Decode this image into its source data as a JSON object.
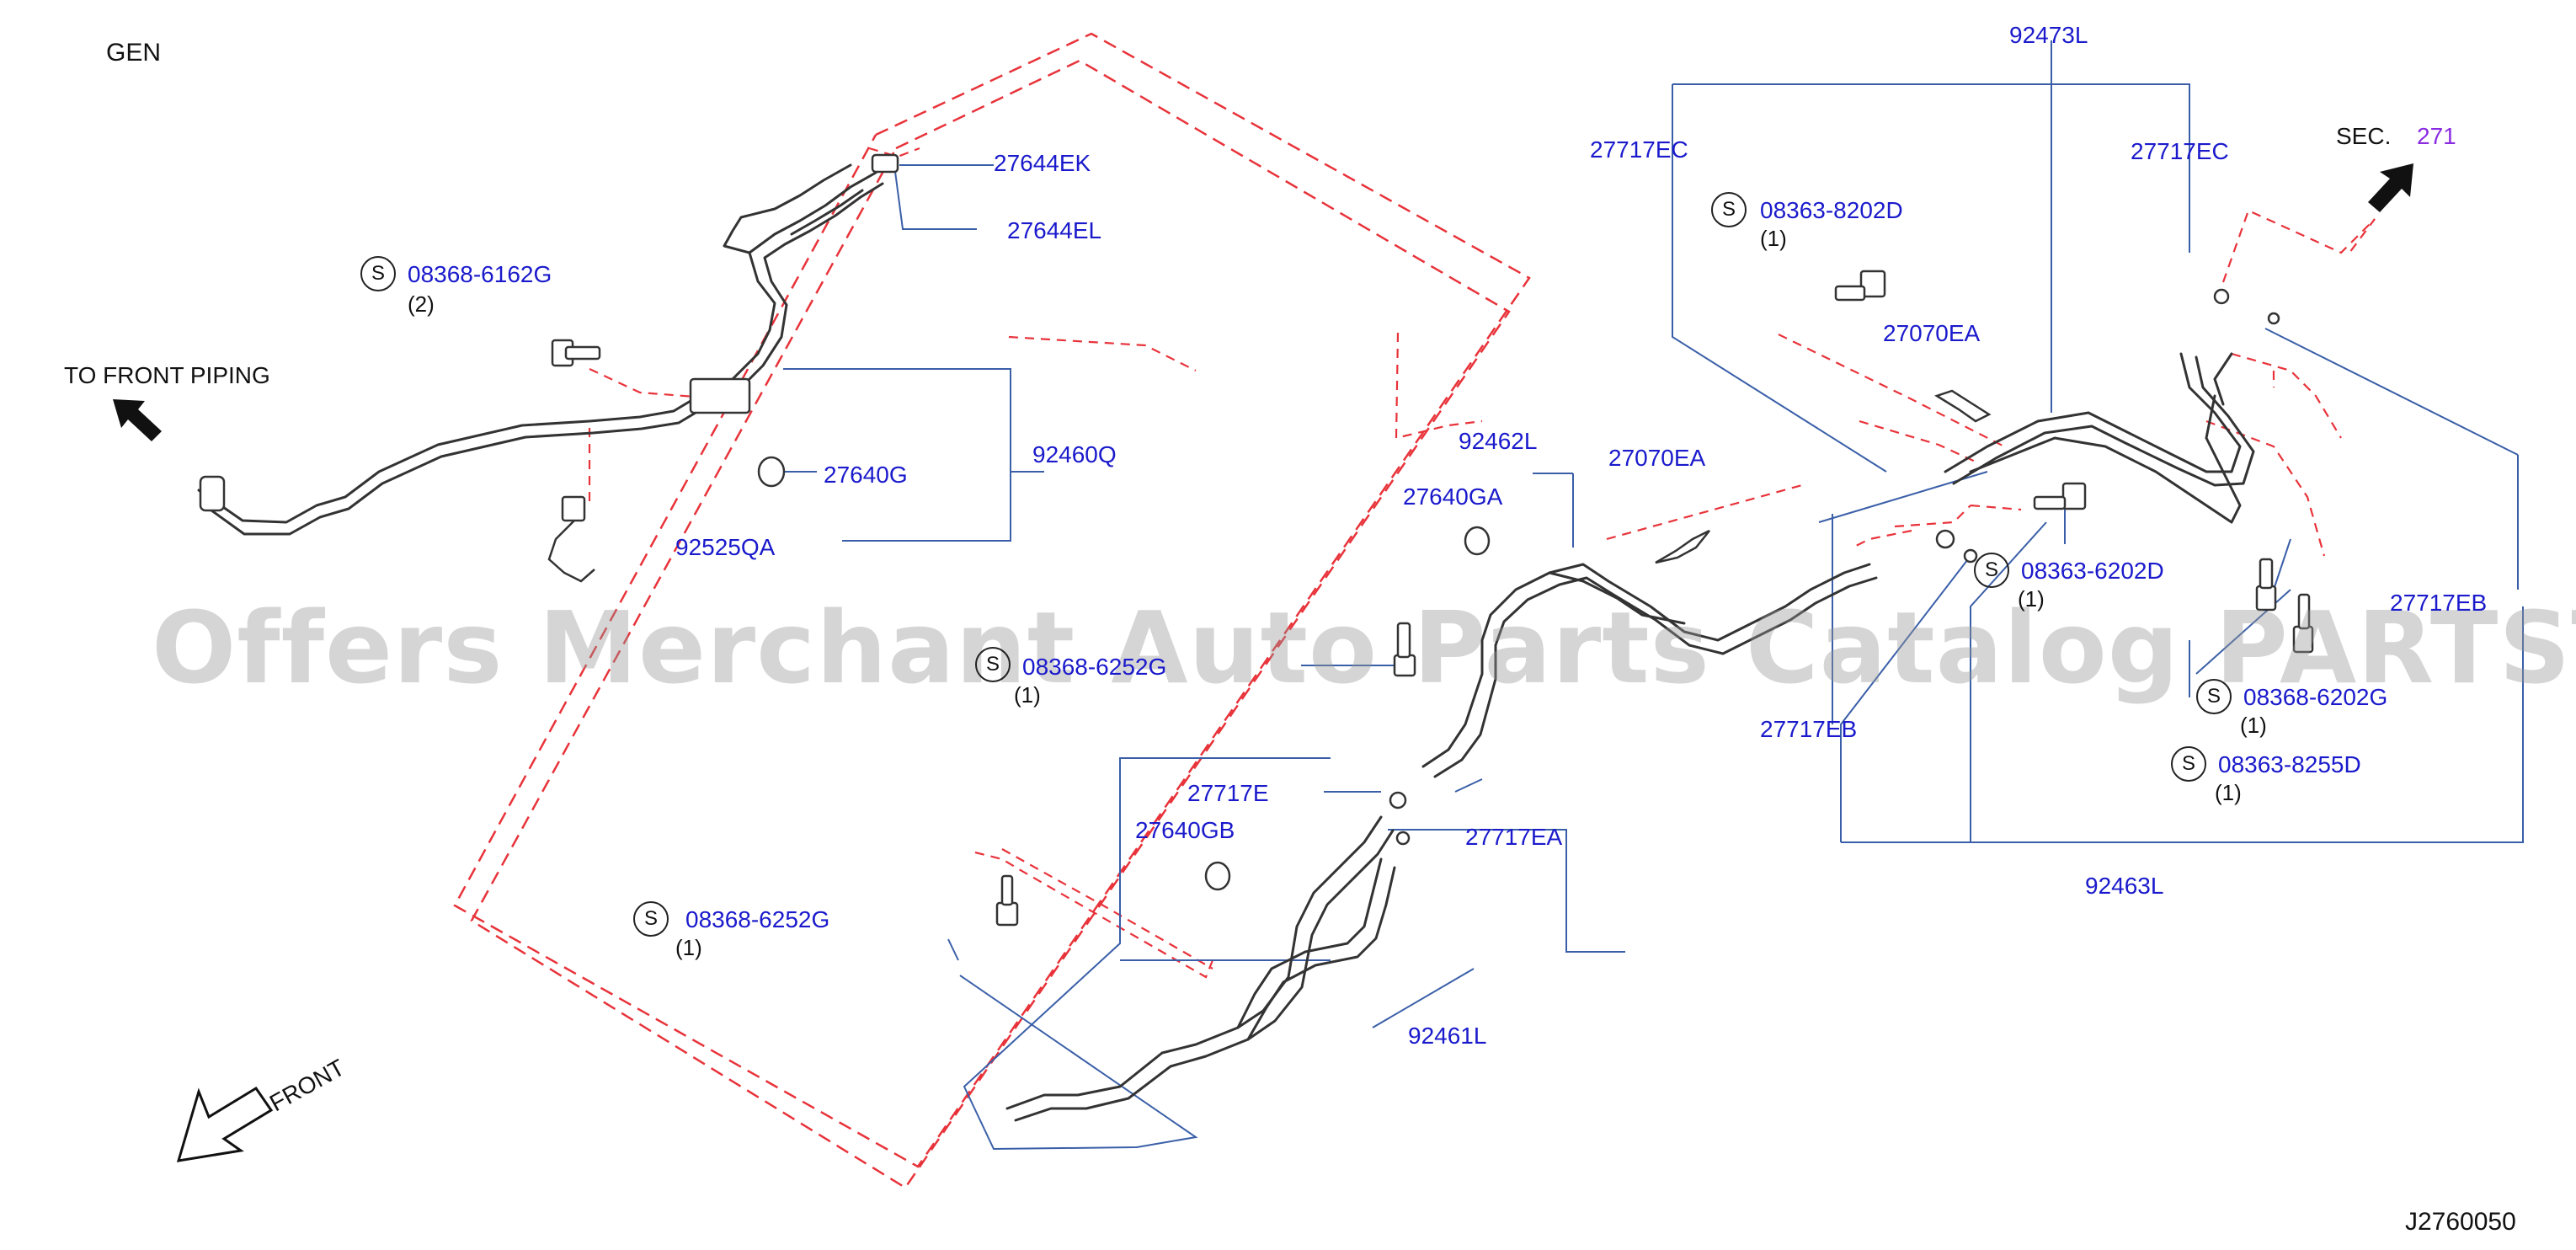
{
  "watermark": "Offers Merchant Auto Parts Catalog PARTSTORE.SA",
  "header": {
    "variant": "GEN"
  },
  "footer": {
    "diagram_code": "J2760050"
  },
  "captions": {
    "to_front_piping": "TO   FRONT   PIPING",
    "front": "FRONT",
    "sec": "SEC.",
    "sec_num": "271"
  },
  "symbol": "S",
  "parts": {
    "p27644EK": "27644EK",
    "p27644EL": "27644EL",
    "p08368_6162G": "08368-6162G",
    "q08368_6162G": "(2)",
    "p92460Q": "92460Q",
    "p27640G": "27640G",
    "p92525QA": "92525QA",
    "p92462L": "92462L",
    "p27640GA": "27640GA",
    "p27070EA_a": "27070EA",
    "p08368_6252G_a": "08368-6252G",
    "q08368_6252G_a": "(1)",
    "p27717E": "27717E",
    "p27640GB": "27640GB",
    "p27717EA": "27717EA",
    "p08368_6252G_b": "08368-6252G",
    "q08368_6252G_b": "(1)",
    "p92461L": "92461L",
    "p92473L": "92473L",
    "p27717EC_a": "27717EC",
    "p27717EC_b": "27717EC",
    "p08363_8202D": "08363-8202D",
    "q08363_8202D": "(1)",
    "p27070EA_b": "27070EA",
    "p08363_6202D": "08363-6202D",
    "q08363_6202D": "(1)",
    "p27717EB_a": "27717EB",
    "p27717EB_b": "27717EB",
    "p08368_6202G": "08368-6202G",
    "q08368_6202G": "(1)",
    "p08363_8255D": "08363-8255D",
    "q08363_8255D": "(1)",
    "p92463L": "92463L"
  },
  "colors": {
    "callout": "#1a1acc",
    "leader": "#3a5fa8",
    "dashed_guide": "#e8333a",
    "pipe": "#333333"
  }
}
